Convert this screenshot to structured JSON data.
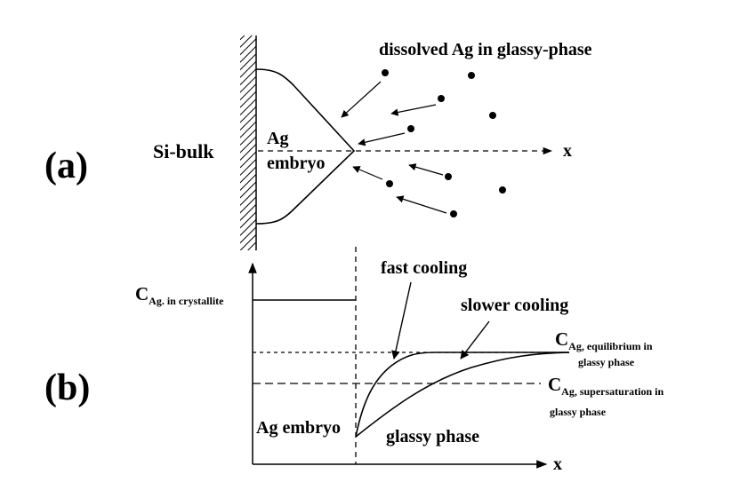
{
  "panel_a": {
    "label": "(a)",
    "si_bulk": "Si-bulk",
    "embryo_line1": "Ag",
    "embryo_line2": "embryo",
    "dissolved": "dissolved Ag in glassy-phase",
    "axis_x": "x"
  },
  "panel_b": {
    "label": "(b)",
    "c_crystallite_main": "C",
    "c_crystallite_sub": "Ag. in crystallite",
    "c_eq_main": "C",
    "c_eq_sub": "Ag, equilibrium in",
    "c_eq_line2": "glassy phase",
    "c_super_main": "C",
    "c_super_sub": "Ag, supersaturation in",
    "c_super_line2": "glassy phase",
    "fast": "fast cooling",
    "slower": "slower cooling",
    "ag_embryo": "Ag embryo",
    "glassy": "glassy phase",
    "axis_x": "x"
  }
}
